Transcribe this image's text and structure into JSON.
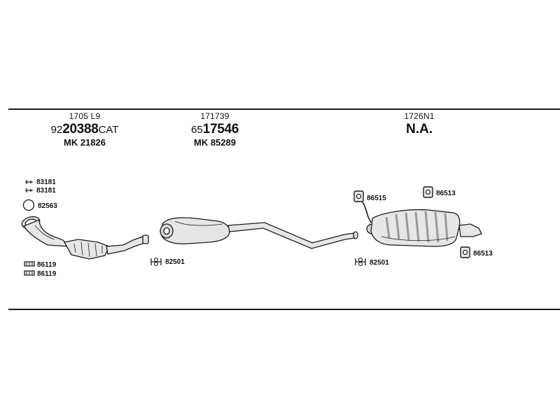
{
  "columns": [
    {
      "top_code": "1705 L9",
      "prefix": "92",
      "main": "20388",
      "suffix": "CAT",
      "mk": "MK 21826"
    },
    {
      "top_code": "171739",
      "prefix": "65",
      "main": "17546",
      "suffix": "",
      "mk": "MK 85289"
    },
    {
      "top_code": "1726N1",
      "na_text": "N.A."
    }
  ],
  "part_labels": {
    "clip_1": "83181",
    "clip_2": "83181",
    "ring": "82563",
    "gasket_1": "86119",
    "gasket_2": "86119",
    "clamp_1": "82501",
    "clamp_2": "82501",
    "hanger_1": "86515",
    "hanger_2": "86513",
    "hanger_3": "86513"
  },
  "icons": {
    "clip": "clip-icon",
    "ring": "seal-ring-icon",
    "gasket": "gasket-icon",
    "clamp": "pipe-clamp-icon",
    "hanger": "rubber-hanger-icon"
  },
  "colors": {
    "line": "#1a1a1a",
    "part_fill": "#e6e6e6",
    "part_shade": "#9a9a9a"
  }
}
